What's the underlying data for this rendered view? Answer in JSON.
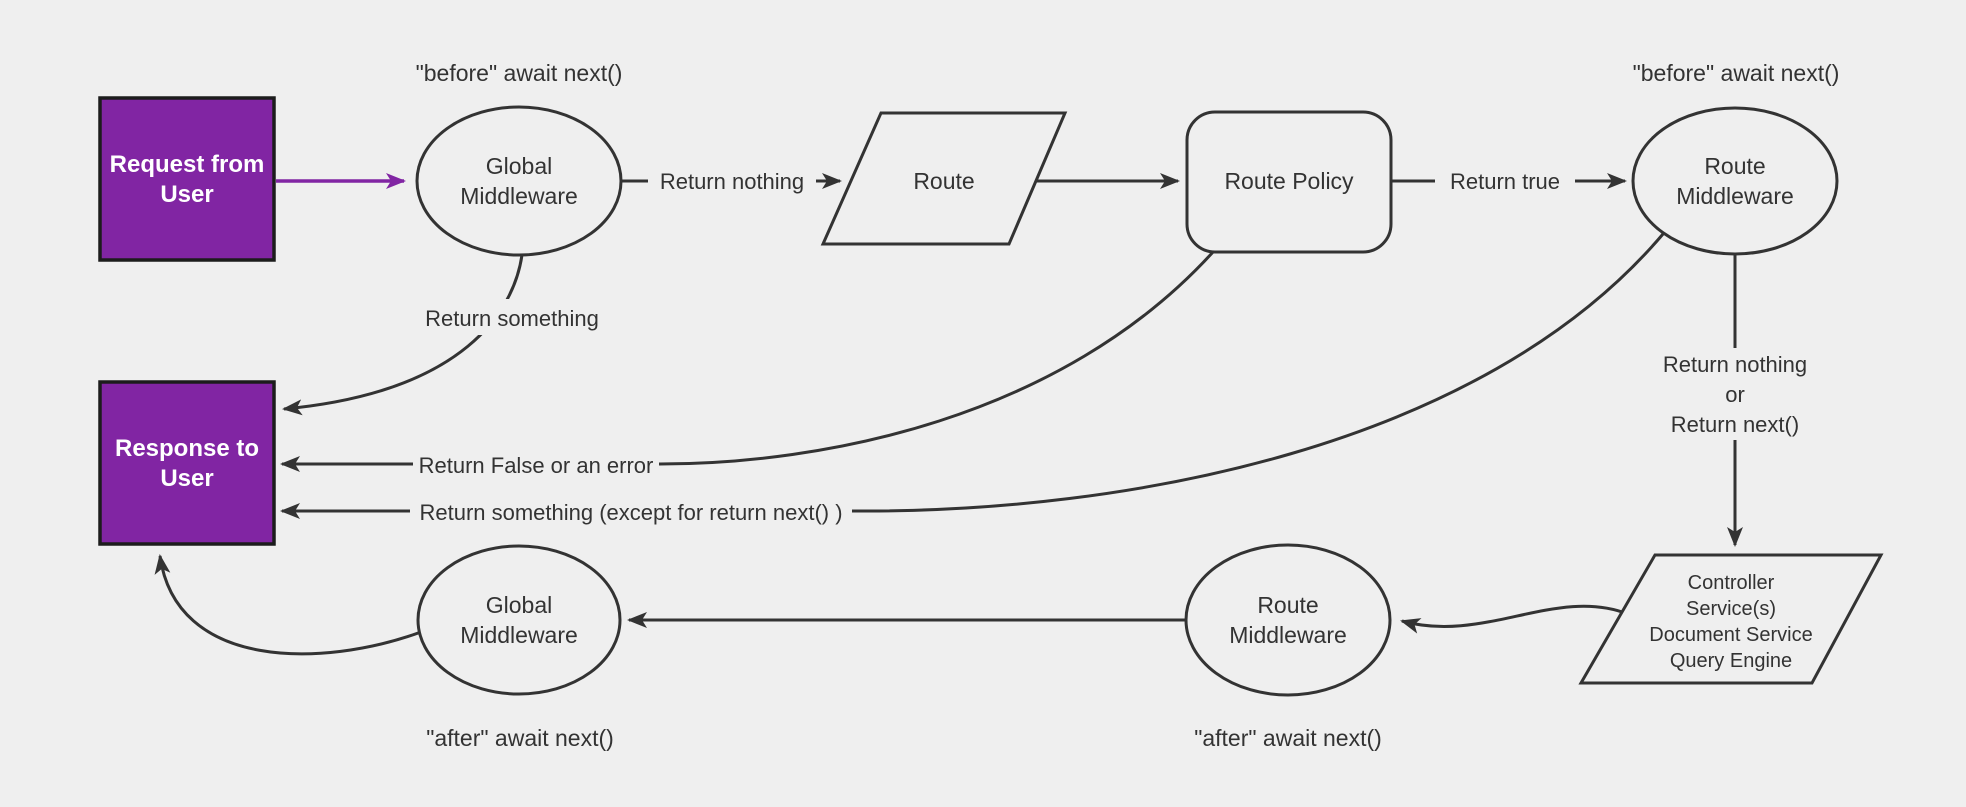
{
  "colors": {
    "bg": "#efefef",
    "node-fill": "#efefef",
    "line": "#333333",
    "text": "#333333",
    "accent": "#8125a3",
    "accent-border": "#1c1c1c",
    "white": "#ffffff"
  },
  "diagram": {
    "nodes": {
      "request": {
        "lines": [
          "Request from",
          "User"
        ]
      },
      "global_middleware_top": {
        "lines": [
          "Global",
          "Middleware"
        ]
      },
      "route": {
        "label": "Route"
      },
      "route_policy": {
        "label": "Route Policy"
      },
      "route_middleware_top": {
        "lines": [
          "Route",
          "Middleware"
        ]
      },
      "controller": {
        "lines": [
          "Controller",
          "Service(s)",
          "Document Service",
          "Query Engine"
        ]
      },
      "route_middleware_bottom": {
        "lines": [
          "Route",
          "Middleware"
        ]
      },
      "global_middleware_bottom": {
        "lines": [
          "Global",
          "Middleware"
        ]
      },
      "response": {
        "lines": [
          "Response to",
          "User"
        ]
      }
    },
    "annotations": {
      "before_global": "\"before\" await next()",
      "before_route": "\"before\" await next()",
      "after_global": "\"after\" await next()",
      "after_route": "\"after\" await next()"
    },
    "edge_labels": {
      "return_nothing": "Return nothing",
      "return_true": "Return true",
      "return_something": "Return something",
      "return_false": "Return False or an error",
      "return_something_except": "Return something (except for return next() )",
      "return_nothing_or": [
        "Return nothing",
        "or",
        "Return next()"
      ]
    }
  }
}
